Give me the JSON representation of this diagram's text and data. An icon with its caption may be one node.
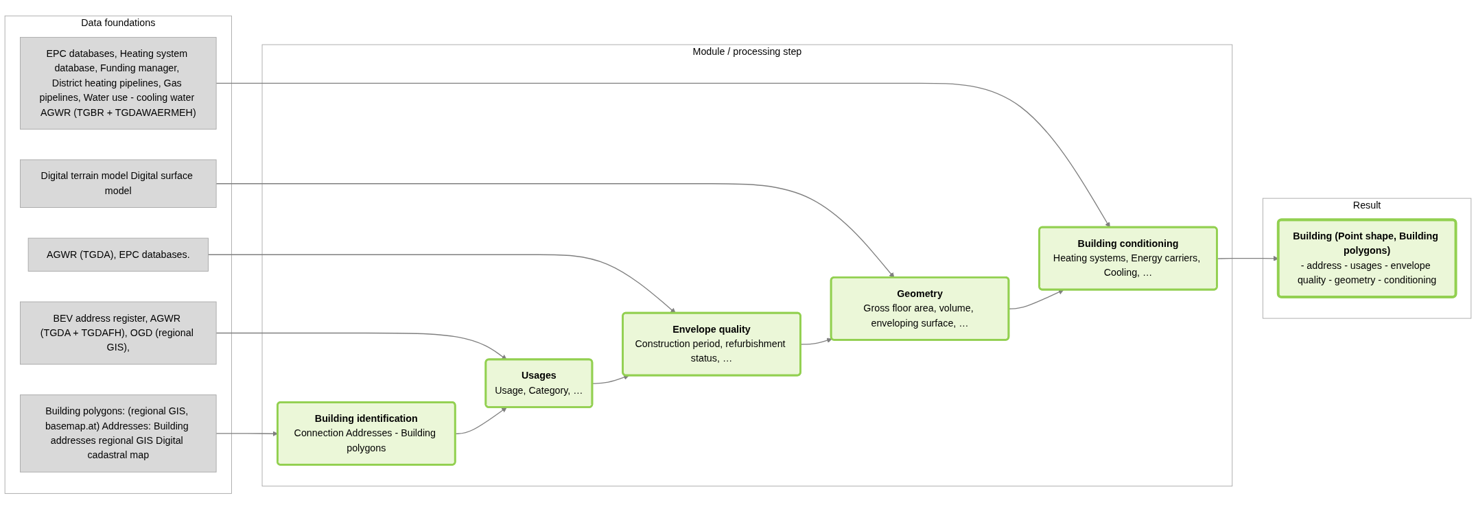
{
  "diagram": {
    "nodes": [
      {
        "text": [
          "Data foundations"
        ]
      },
      {
        "text": [
          "Building polygons: (regional GIS, basemap.at) Addresses: Building addresses regional GIS Digital cadastral map"
        ],
        "in": 0
      },
      {
        "text": [
          "BEV address register, AGWR (TGDA + TGDAFH), OGD (regional GIS),"
        ],
        "in": 0
      },
      {
        "text": [
          "AGWR (TGDA), EPC databases."
        ],
        "in": 0
      },
      {
        "text": [
          "Digital terrain model Digital surface model"
        ],
        "in": 0
      },
      {
        "text": [
          "EPC databases, Heating system database, Funding manager, District heating pipelines, Gas pipelines, Water use - cooling water AGWR (TGBR + TGDAWAERMEH)"
        ],
        "in": 0
      },
      {
        "text": [
          "Module / processing step"
        ]
      },
      {
        "text": [
          "Building identification",
          "Connection Addresses - Building polygons"
        ],
        "in": 6
      },
      {
        "text": [
          "Usages",
          "Usage, Category, …"
        ],
        "in": 6
      },
      {
        "text": [
          "Envelope quality",
          "Construction period, refurbishment status, …"
        ],
        "in": 6
      },
      {
        "text": [
          "Geometry",
          "Gross floor area, volume, enveloping surface, …"
        ],
        "in": 6
      },
      {
        "text": [
          "Building conditioning",
          "Heating systems, Energy carriers, Cooling, …"
        ],
        "in": 6
      },
      {
        "text": [
          "Result"
        ]
      },
      {
        "text": [
          "Building (Point shape, Building polygons)",
          "- address - usages - envelope quality - geometry - conditioning"
        ],
        "in": 12
      }
    ],
    "edges": [
      {
        "from": 1,
        "to": 7,
        "arrow": "to"
      },
      {
        "from": 2,
        "to": 8,
        "arrow": "to"
      },
      {
        "from": 3,
        "to": 9,
        "arrow": "to"
      },
      {
        "from": 4,
        "to": 10,
        "arrow": "to"
      },
      {
        "from": 5,
        "to": 11,
        "arrow": "to"
      },
      {
        "from": 7,
        "to": 8,
        "arrow": "to"
      },
      {
        "from": 8,
        "to": 9,
        "arrow": "to"
      },
      {
        "from": 9,
        "to": 10,
        "arrow": "to"
      },
      {
        "from": 10,
        "to": 11,
        "arrow": "to"
      },
      {
        "from": 11,
        "to": 13,
        "arrow": "to"
      }
    ]
  }
}
